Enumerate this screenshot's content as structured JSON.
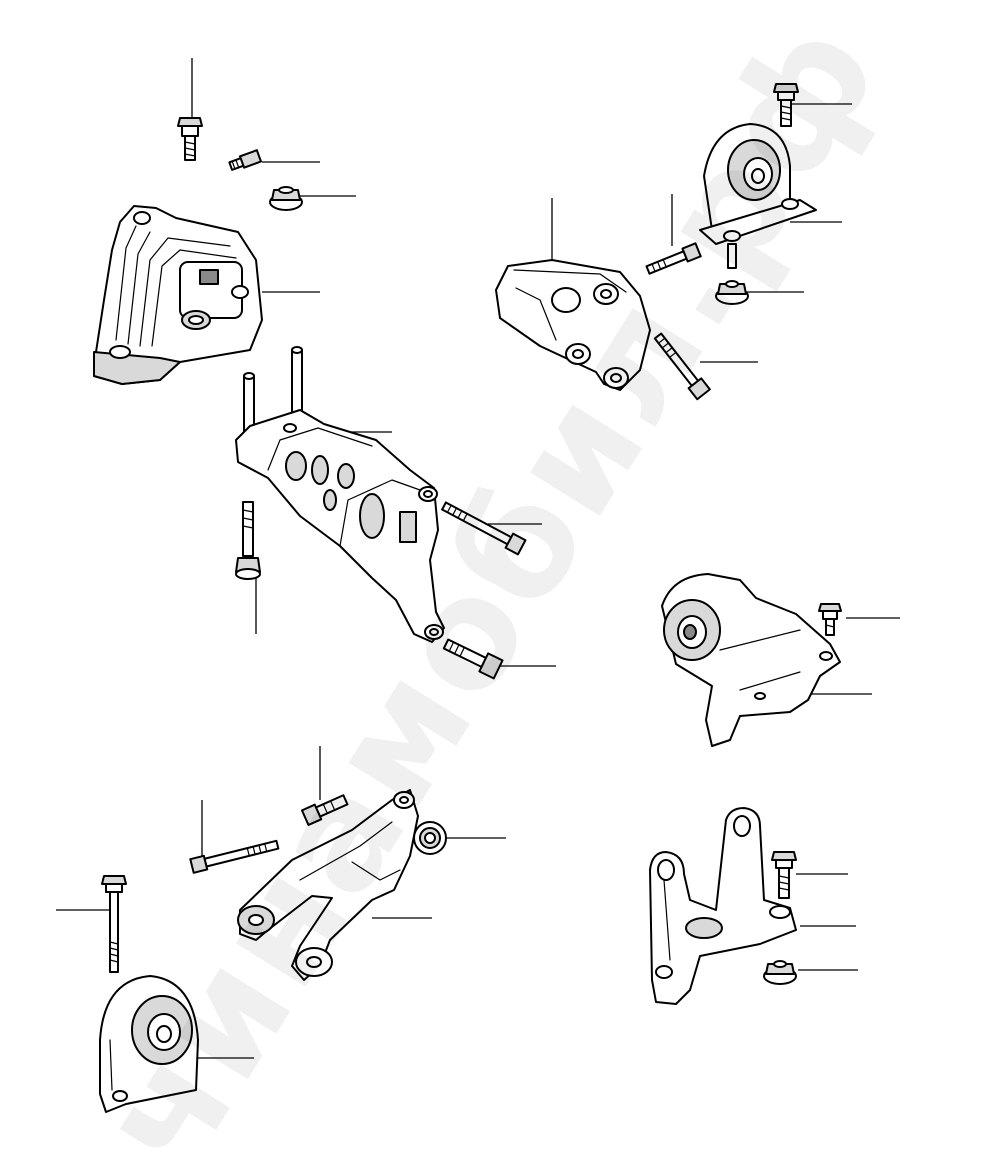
{
  "watermark": {
    "text": "чинамобил.рф"
  },
  "parts": [
    "engine-mount-upper-right",
    "mount-bolt",
    "mount-nut",
    "engine-mount-bracket",
    "rear-mount-bracket",
    "transmission-mount",
    "torque-rod",
    "rear-mount-insulator",
    "front-mount-bracket"
  ],
  "colors": {
    "line": "#000000",
    "fill": "#ffffff",
    "shade": "#d9d9d9",
    "watermark": "#000000"
  }
}
